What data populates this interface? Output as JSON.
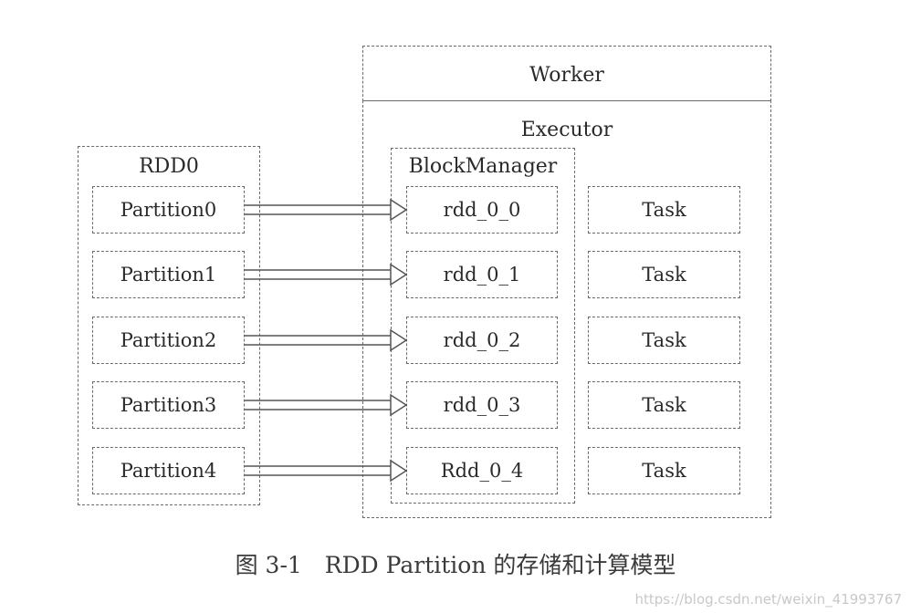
{
  "rdd": {
    "title": "RDD0",
    "partitions": [
      "Partition0",
      "Partition1",
      "Partition2",
      "Partition3",
      "Partition4"
    ]
  },
  "worker": {
    "title": "Worker",
    "executor": {
      "title": "Executor",
      "block_manager": {
        "title": "BlockManager",
        "blocks": [
          "rdd_0_0",
          "rdd_0_1",
          "rdd_0_2",
          "rdd_0_3",
          "Rdd_0_4"
        ]
      },
      "tasks": [
        "Task",
        "Task",
        "Task",
        "Task",
        "Task"
      ]
    }
  },
  "caption": "图 3-1　RDD Partition 的存储和计算模型",
  "watermark": "https://blog.csdn.net/weixin_41993767"
}
